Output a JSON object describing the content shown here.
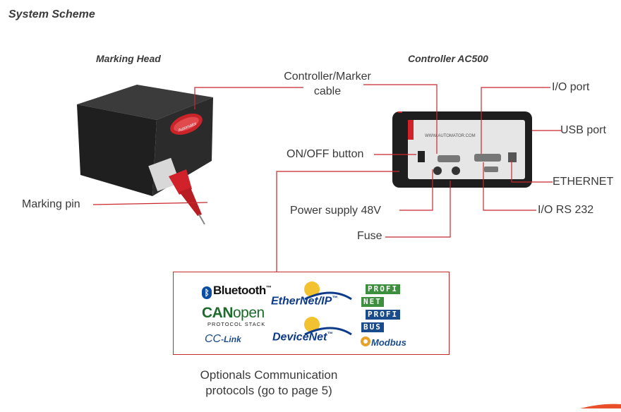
{
  "page": {
    "title": "System Scheme"
  },
  "devices": {
    "marking_head": "Marking Head",
    "controller": "Controller AC500",
    "head_badge": "Automator",
    "controller_brand": "WWW.AUTOMATOR.COM"
  },
  "callouts": {
    "cable_line1": "Controller/Marker",
    "cable_line2": "cable",
    "io_port": "I/O port",
    "usb_port": "USB port",
    "on_off": "ON/OFF button",
    "ethernet": "ETHERNET",
    "marking_pin": "Marking pin",
    "power_supply": "Power supply 48V",
    "io_rs232": "I/O RS 232",
    "fuse": "Fuse"
  },
  "protocols": {
    "bluetooth": "Bluetooth",
    "bluetooth_tm": "™",
    "canopen_can": "CAN",
    "canopen_open": "open",
    "canopen_sub": "PROTOCOL STACK",
    "cclink_cc": "CC",
    "cclink_link": "-Link",
    "ethernetip": "EtherNet/IP",
    "ethernetip_tm": "™",
    "devicenet": "DeviceNet",
    "devicenet_tm": "™",
    "profi1": "PROFI",
    "net": "NET",
    "profi2": "PROFI",
    "bus": "BUS",
    "modbus": "Modbus"
  },
  "footer": {
    "line1": "Optionals Communication",
    "line2": "protocols (go to page 5)"
  },
  "colors": {
    "leader": "#c8282c",
    "box_border": "#c8282c"
  }
}
